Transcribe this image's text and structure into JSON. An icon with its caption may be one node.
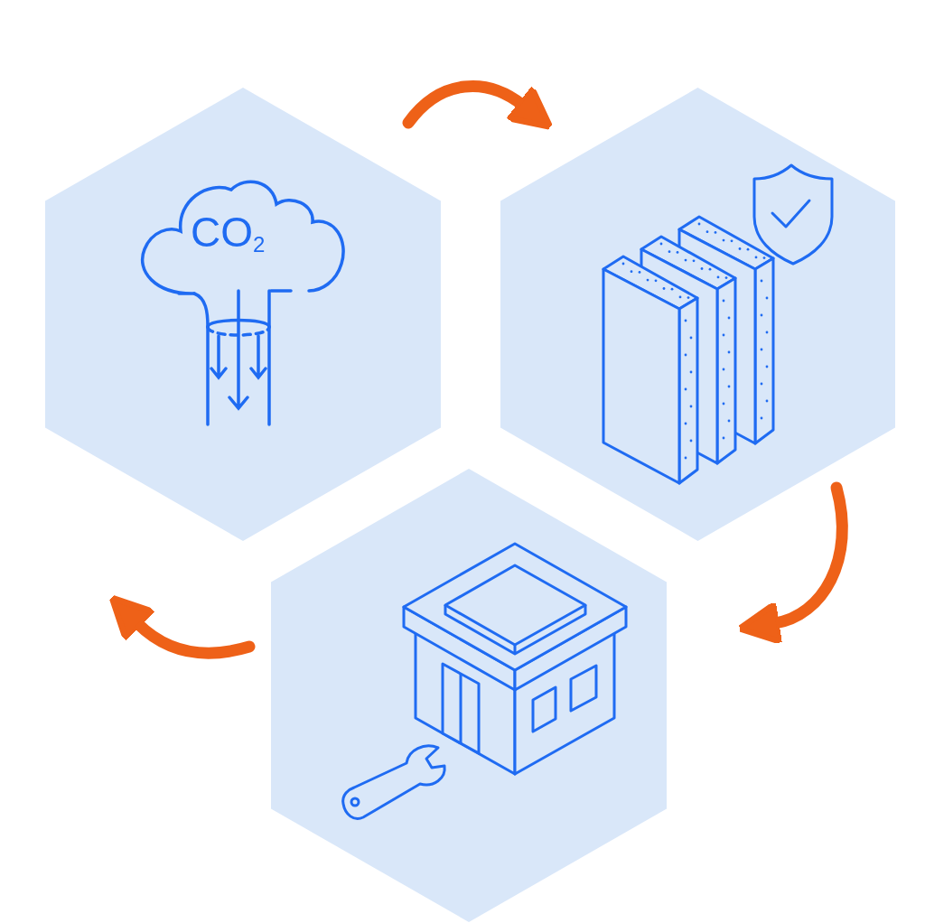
{
  "diagram": {
    "nodes": [
      {
        "text": [
          "CO$_{2}$"
        ]
      },
      {
        "text": [],
        "shape": "hexagon"
      },
      {
        "text": [],
        "shape": "hexagon"
      }
    ],
    "edges": [
      {
        "from": 0,
        "to": 1,
        "arrow": "to"
      },
      {
        "from": 1,
        "to": null,
        "arrow": "to"
      },
      {
        "from": 2,
        "to": null,
        "arrow": "to"
      }
    ]
  }
}
